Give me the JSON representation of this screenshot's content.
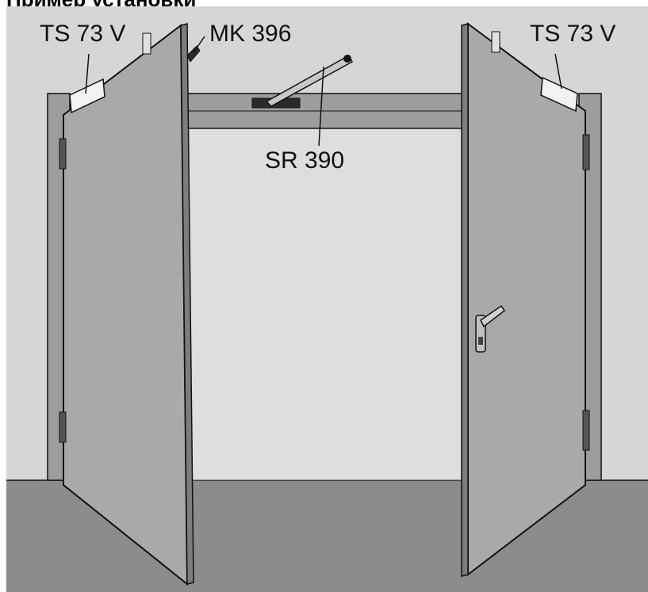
{
  "title": "Пример установки",
  "labels": {
    "closer_left": "TS 73 V",
    "coordinator": "MK 396",
    "slide_rail": "SR 390",
    "closer_right": "TS 73 V"
  },
  "colors": {
    "wall": "#d6d6d6",
    "floor": "#8c8c8c",
    "frame": "#9d9d9d",
    "door_leaf": "#a9a9a9",
    "outline": "#111111",
    "closer_body": "#f2f2f2"
  }
}
